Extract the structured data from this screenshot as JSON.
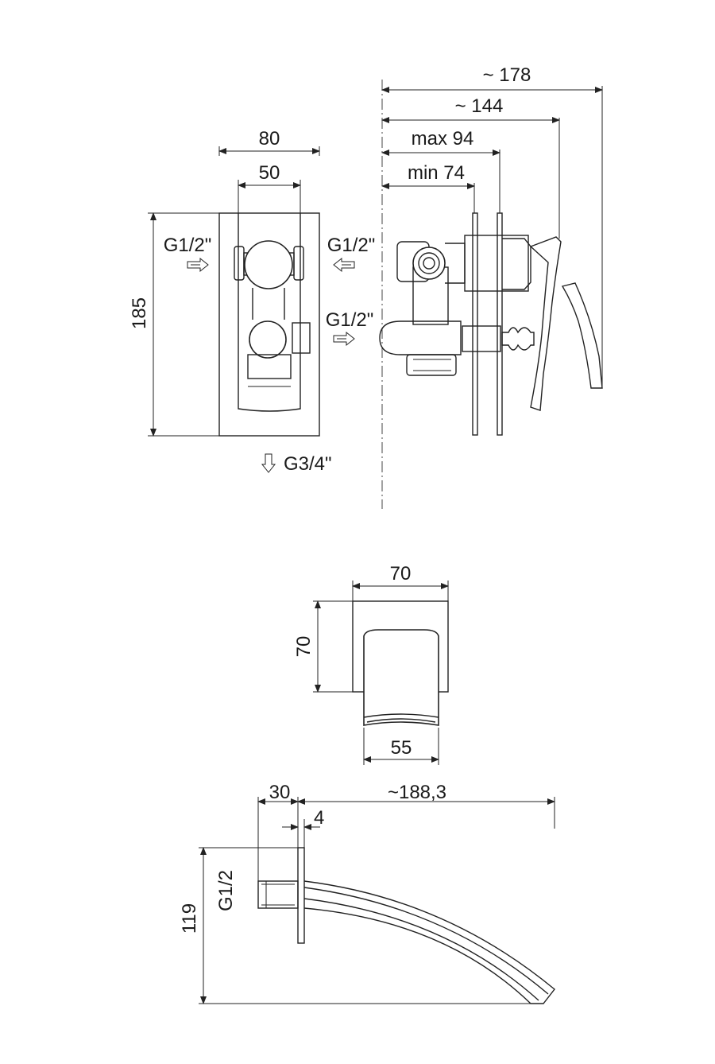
{
  "mixer": {
    "plate_width": "80",
    "body_width": "50",
    "height": "185",
    "inlet_left": "G1/2\"",
    "inlet_right": "G1/2\"",
    "outlet_side": "G1/2\"",
    "outlet_bottom": "G3/4\""
  },
  "side_view": {
    "overall": "~ 178",
    "projection": "~ 144",
    "max_depth": "max 94",
    "min_depth": "min 74"
  },
  "spout_front": {
    "width": "70",
    "height": "70",
    "spout_width": "55"
  },
  "spout_side": {
    "plate_offset": "30",
    "length": "~188,3",
    "plate_thickness": "4",
    "height": "119",
    "thread": "G1/2"
  }
}
